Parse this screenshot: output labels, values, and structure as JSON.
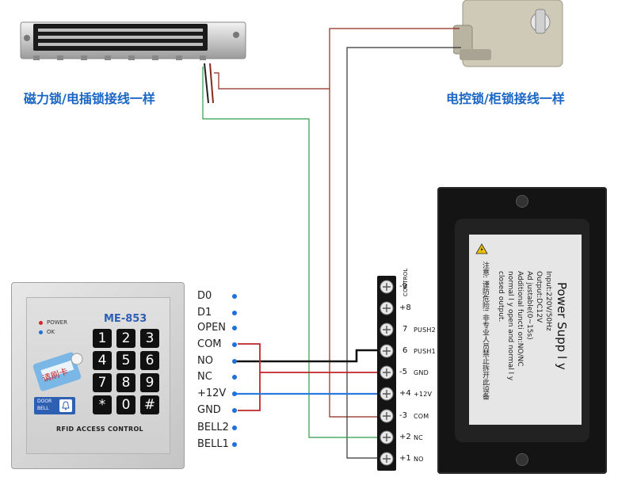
{
  "captions": {
    "left": "磁力锁/电插锁接线一样",
    "right": "电控锁/柜锁接线一样"
  },
  "keypad": {
    "model": "ME-853",
    "power_label": "POWER",
    "ok_label": "OK",
    "card_label": "请刷卡",
    "door_bell_line1": "DOOR",
    "door_bell_line2": "BELL",
    "bottom_label": "RFID ACCESS CONTROL",
    "keys": [
      "1",
      "2",
      "3",
      "4",
      "5",
      "6",
      "7",
      "8",
      "9",
      "*",
      "0",
      "#"
    ]
  },
  "pins": [
    "D0",
    "D1",
    "OPEN",
    "COM",
    "NO",
    "NC",
    "+12V",
    "GND",
    "BELL2",
    "BELL1"
  ],
  "terminals": [
    {
      "num": "-9",
      "label": "CONTROL"
    },
    {
      "num": "+8",
      "label": ""
    },
    {
      "num": "7",
      "label": "PUSH2"
    },
    {
      "num": "6",
      "label": "PUSH1"
    },
    {
      "num": "-5",
      "label": "GND"
    },
    {
      "num": "+4",
      "label": "+12V"
    },
    {
      "num": "-3",
      "label": "COM"
    },
    {
      "num": "+2",
      "label": "NC"
    },
    {
      "num": "+1",
      "label": "NO"
    }
  ],
  "psu": {
    "title": "Power Supp l y",
    "spec_lines": [
      "Input:220V/50Hz",
      "Output:DC12V",
      "Ad justable(0~15s)",
      "Additional functi on:NO/NC",
      "normal l y open and normal l y",
      "closed output."
    ],
    "warning_cn_line1": "注意:   谨防危险!  非专业人员禁止拆开此设备"
  },
  "colors": {
    "caption_blue": "#1a66c4",
    "wire_red": "#c0262c",
    "wire_blue": "#2a7be0",
    "wire_black": "#111111",
    "wire_green": "#2f9e44",
    "wire_brown": "#8a2a1c",
    "wire_dark": "#333333"
  }
}
